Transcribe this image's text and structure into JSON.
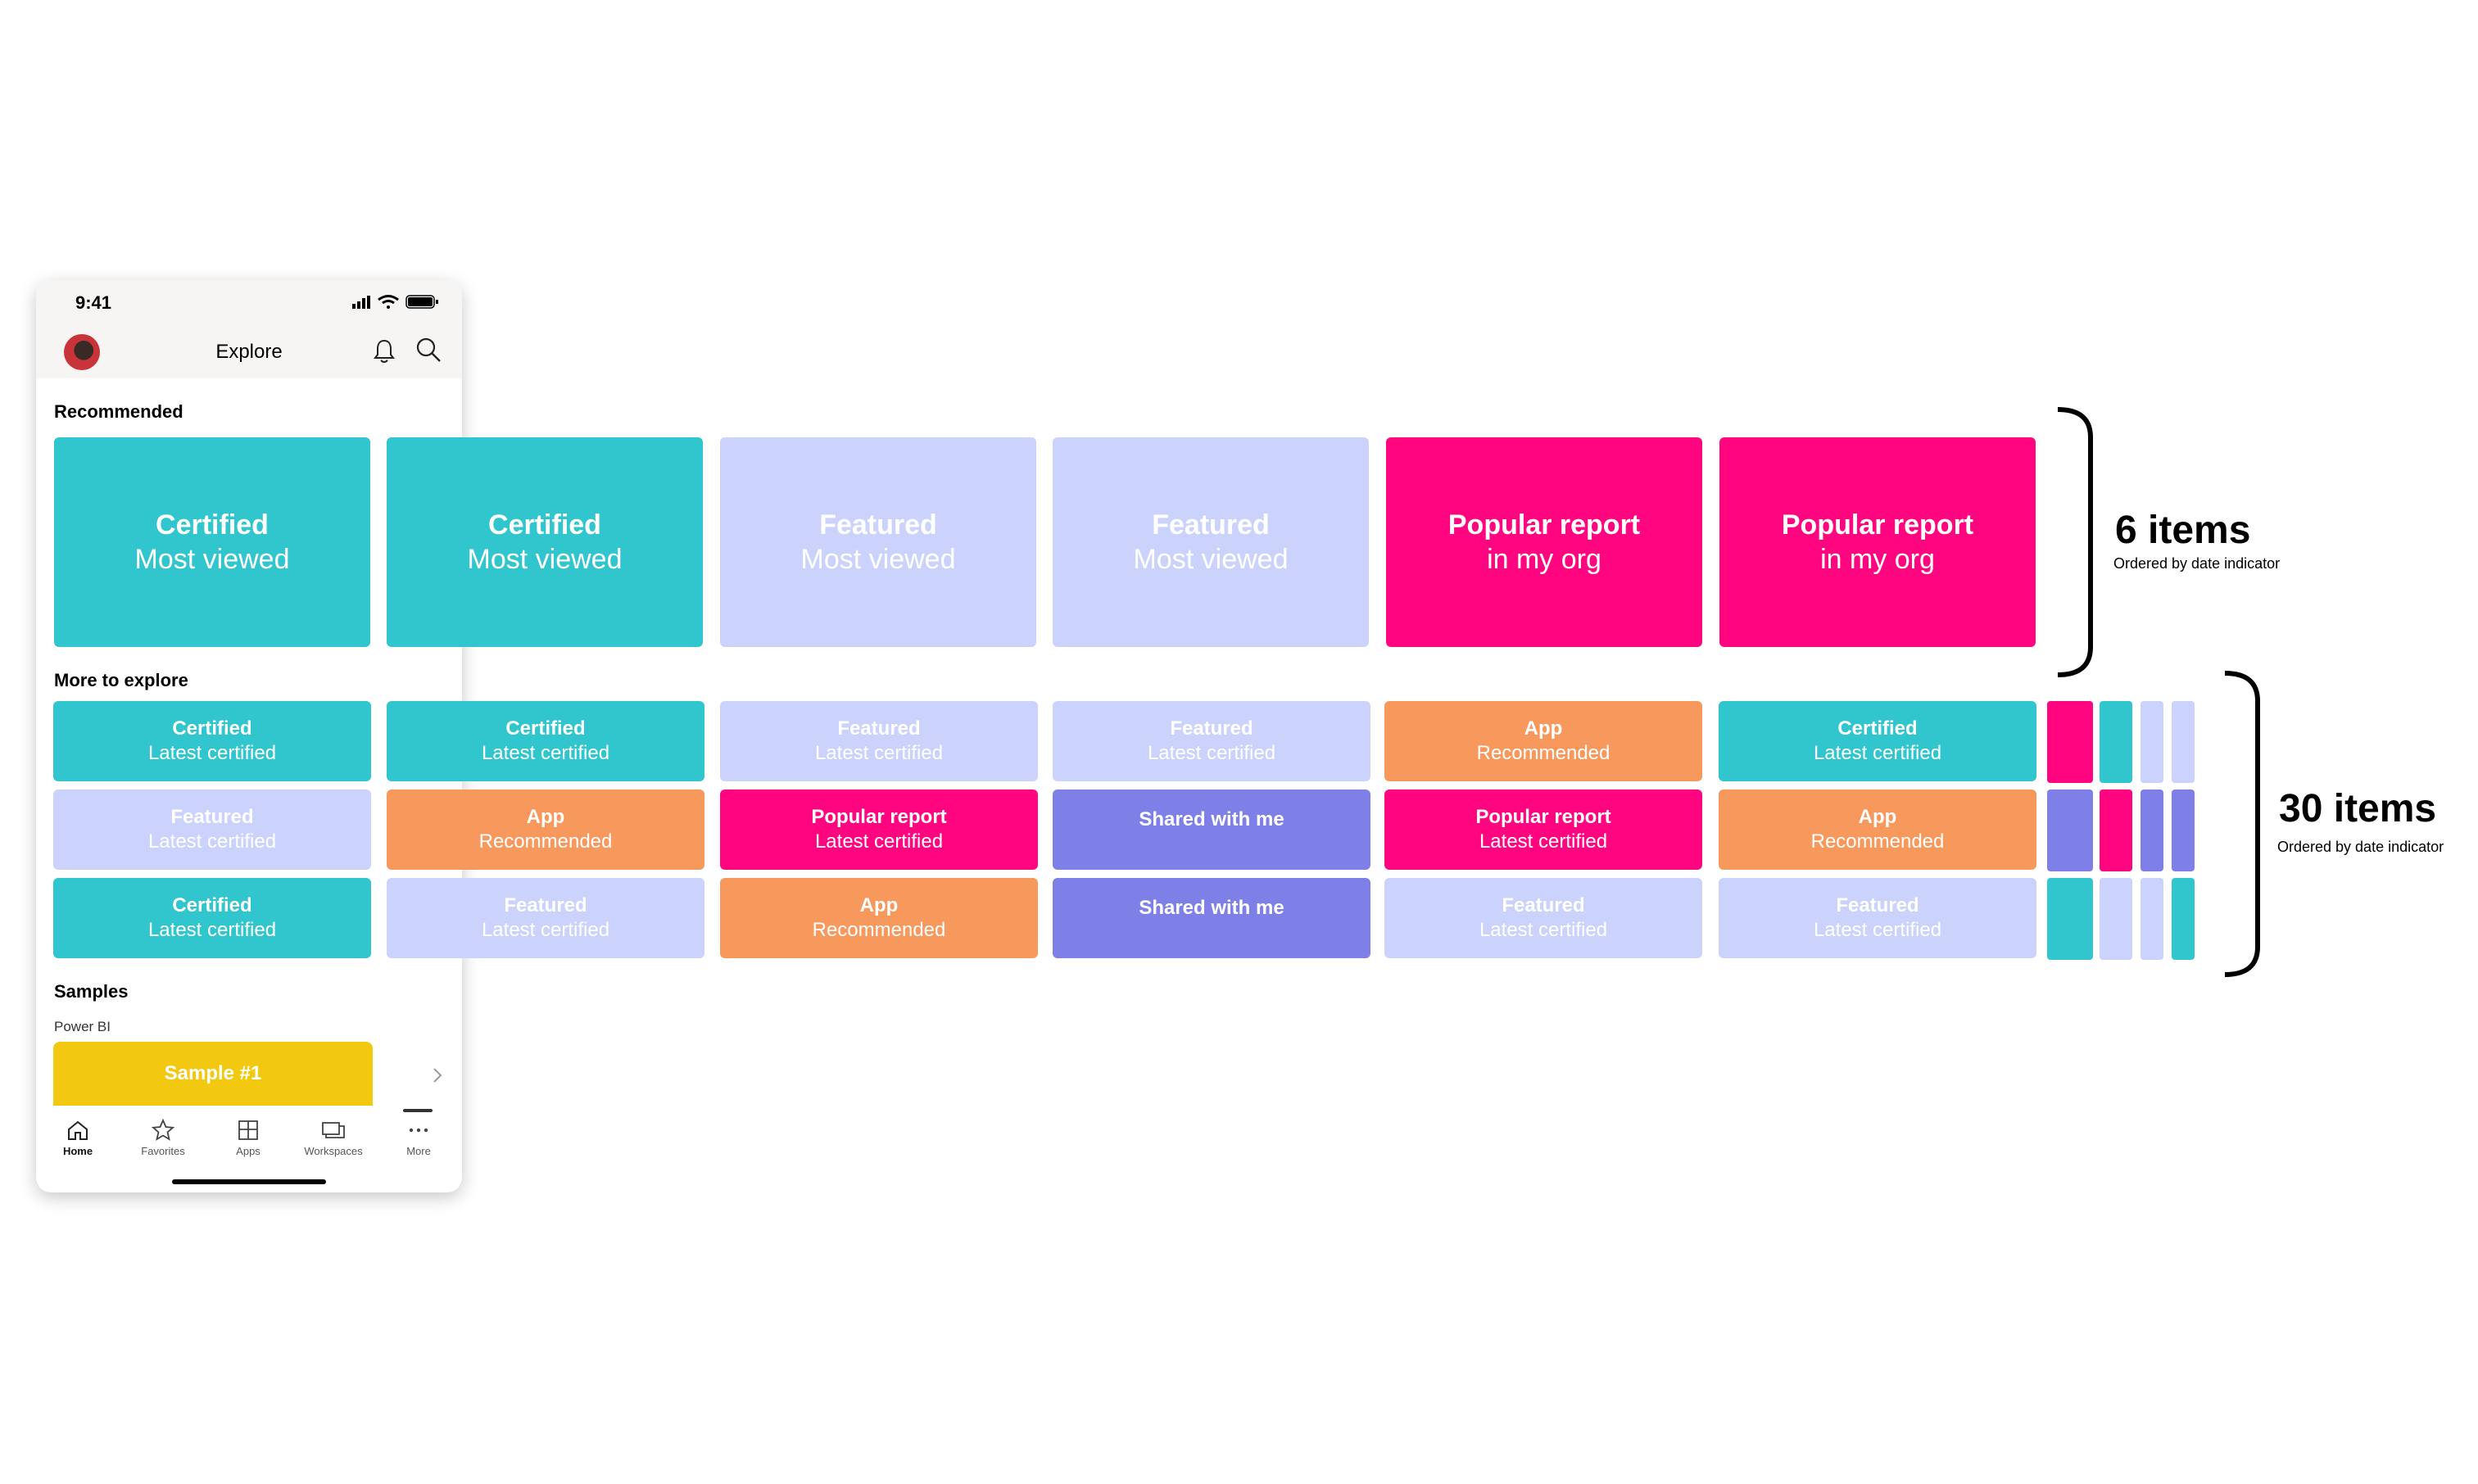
{
  "status": {
    "time": "9:41"
  },
  "header": {
    "title": "Explore"
  },
  "recommended": {
    "label": "Recommended",
    "tiles": [
      {
        "title": "Certified",
        "subtitle": "Most viewed",
        "color": "#31c5cd"
      },
      {
        "title": "Certified",
        "subtitle": "Most viewed",
        "color": "#31c5cd"
      },
      {
        "title": "Featured",
        "subtitle": "Most viewed",
        "color": "#cbd3fc"
      },
      {
        "title": "Featured",
        "subtitle": "Most viewed",
        "color": "#cbd3fc"
      },
      {
        "title": "Popular report",
        "subtitle": "in my org",
        "color": "#ff0680"
      },
      {
        "title": "Popular report",
        "subtitle": "in my org",
        "color": "#ff0680"
      }
    ]
  },
  "more_to_explore": {
    "label": "More to explore",
    "rows": [
      [
        {
          "title": "Certified",
          "subtitle": "Latest certified"
        },
        {
          "title": "Certified",
          "subtitle": "Latest certified"
        },
        {
          "title": "Featured",
          "subtitle": "Latest certified"
        },
        {
          "title": "Featured",
          "subtitle": "Latest certified"
        },
        {
          "title": "App",
          "subtitle": "Recommended"
        },
        {
          "title": "Certified",
          "subtitle": "Latest certified"
        }
      ],
      [
        {
          "title": "Featured",
          "subtitle": "Latest certified"
        },
        {
          "title": "App",
          "subtitle": "Recommended"
        },
        {
          "title": "Popular report",
          "subtitle": "Latest certified"
        },
        {
          "title": "Shared with me",
          "subtitle": ""
        },
        {
          "title": "Popular report",
          "subtitle": "Latest certified"
        },
        {
          "title": "App",
          "subtitle": "Recommended"
        }
      ],
      [
        {
          "title": "Certified",
          "subtitle": "Latest certified"
        },
        {
          "title": "Featured",
          "subtitle": "Latest certified"
        },
        {
          "title": "App",
          "subtitle": "Recommended"
        },
        {
          "title": "Shared with me",
          "subtitle": ""
        },
        {
          "title": "Featured",
          "subtitle": "Latest certified"
        },
        {
          "title": "Featured",
          "subtitle": "Latest certified"
        }
      ]
    ]
  },
  "samples": {
    "label": "Samples",
    "source": "Power BI",
    "tile": {
      "title": "Sample #1",
      "color": "#f2c811"
    }
  },
  "nav": {
    "items": [
      {
        "label": "Home",
        "icon": "home-icon",
        "active": true
      },
      {
        "label": "Favorites",
        "icon": "star-icon",
        "active": false
      },
      {
        "label": "Apps",
        "icon": "apps-icon",
        "active": false
      },
      {
        "label": "Workspaces",
        "icon": "workspaces-icon",
        "active": false
      },
      {
        "label": "More",
        "icon": "more-icon",
        "active": false
      }
    ]
  },
  "annotations": {
    "recommended": {
      "count": "6 items",
      "note": "Ordered by date indicator"
    },
    "more": {
      "count": "30 items",
      "note": "Ordered by date indicator"
    }
  },
  "colors": {
    "certified": "#31c5cd",
    "featured": "#cbd3fc",
    "popular_report": "#ff0680",
    "app": "#f7985d",
    "shared_with_me": "#7f80e7",
    "sample": "#f2c811"
  }
}
